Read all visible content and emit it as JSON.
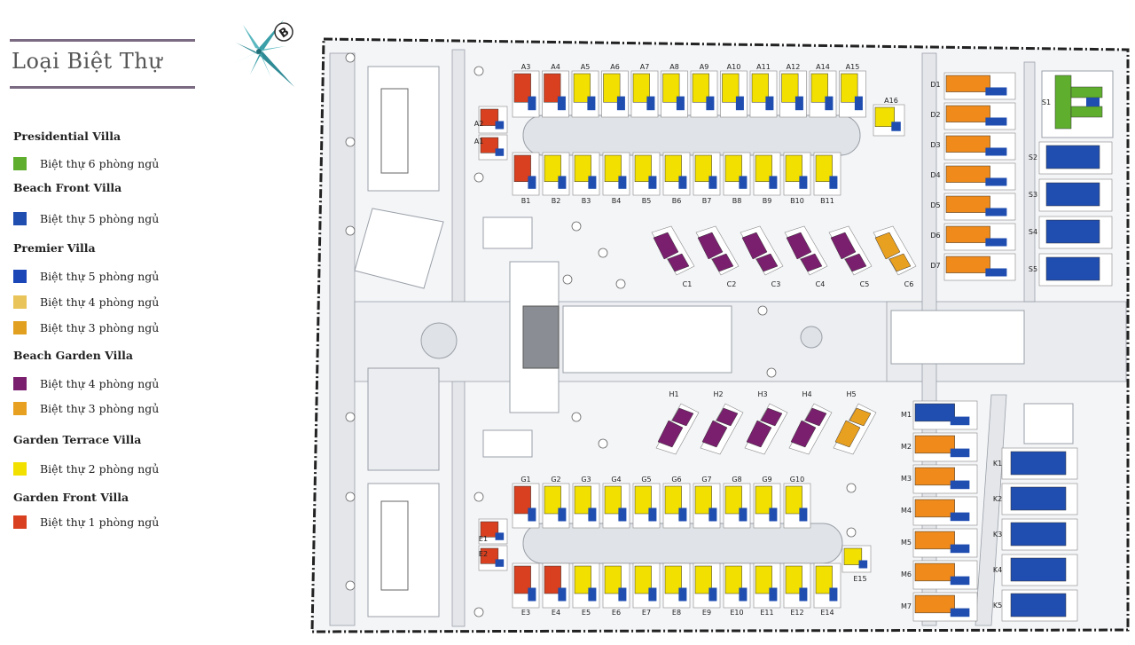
{
  "legend": {
    "title": "Loại Biệt Thự",
    "categories": [
      {
        "name": "Presidential Villa",
        "entries": [
          {
            "label": "Biệt thự 6 phòng ngủ",
            "color": "#5fae2e"
          }
        ]
      },
      {
        "name": "Beach Front Villa",
        "entries": [
          {
            "label": "Biệt thự 5 phòng ngủ",
            "color": "#1f4db0"
          }
        ]
      },
      {
        "name": "Premier Villa",
        "entries": [
          {
            "label": "Biệt thự 5 phòng ngủ",
            "color": "#1a46b8"
          },
          {
            "label": "Biệt thự 4 phòng ngủ",
            "color": "#e8c45a"
          },
          {
            "label": "Biệt thự 3 phòng ngủ",
            "color": "#e2a020"
          }
        ]
      },
      {
        "name": "Beach Garden Villa",
        "entries": [
          {
            "label": "Biệt thự 4 phòng ngủ",
            "color": "#7a1f6e"
          },
          {
            "label": "Biệt thự 3 phòng ngủ",
            "color": "#e8a020"
          }
        ]
      },
      {
        "name": "Garden Terrace Villa",
        "entries": [
          {
            "label": "Biệt thự 2 phòng ngủ",
            "color": "#f2e000"
          }
        ]
      },
      {
        "name": "Garden Front Villa",
        "entries": [
          {
            "label": "Biệt thự 1 phòng ngủ",
            "color": "#d8401f"
          }
        ]
      }
    ]
  },
  "compass": {
    "letter": "B"
  },
  "colors": {
    "presidential": "#5fae2e",
    "beach_front": "#1f4db0",
    "premier": "#f08a1a",
    "beach_garden": "#7a1f6e",
    "beach_garden_3br": "#e8a020",
    "terrace": "#f2e000",
    "garden_front": "#d8401f",
    "road": "#e4e6ea",
    "outline": "#9aa0a8"
  },
  "plan": {
    "row_a": [
      "A3",
      "A4",
      "A5",
      "A6",
      "A7",
      "A8",
      "A9",
      "A10",
      "A11",
      "A12",
      "A14",
      "A15"
    ],
    "row_a_side": [
      "A2",
      "A1",
      "A16"
    ],
    "row_b": [
      "B1",
      "B2",
      "B3",
      "B4",
      "B5",
      "B6",
      "B7",
      "B8",
      "B9",
      "B10",
      "B11"
    ],
    "row_c": [
      "C1",
      "C2",
      "C3",
      "C4",
      "C5",
      "C6"
    ],
    "row_h": [
      "H1",
      "H2",
      "H3",
      "H4",
      "H5"
    ],
    "row_g": [
      "G1",
      "G2",
      "G3",
      "G4",
      "G5",
      "G6",
      "G7",
      "G8",
      "G9",
      "G10"
    ],
    "row_e_side": [
      "E1",
      "E2"
    ],
    "row_e": [
      "E3",
      "E4",
      "E5",
      "E6",
      "E7",
      "E8",
      "E9",
      "E10",
      "E11",
      "E12",
      "E14"
    ],
    "e15": "E15",
    "col_d": [
      "D1",
      "D2",
      "D3",
      "D4",
      "D5",
      "D6",
      "D7"
    ],
    "col_s": [
      "S1",
      "S2",
      "S3",
      "S4",
      "S5"
    ],
    "col_m": [
      "M1",
      "M2",
      "M3",
      "M4",
      "M5",
      "M6",
      "M7"
    ],
    "col_k": [
      "K1",
      "K2",
      "K3",
      "K4",
      "K5"
    ]
  }
}
